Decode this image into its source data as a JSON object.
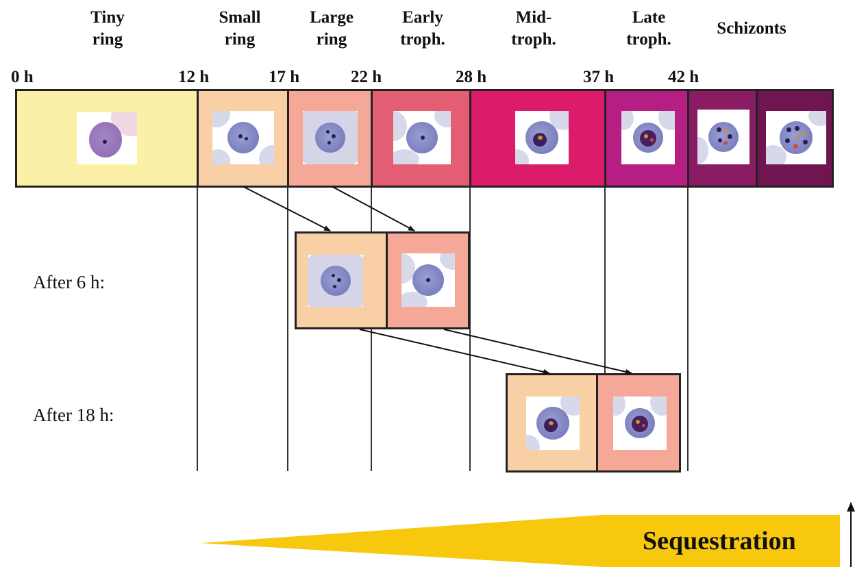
{
  "stages": [
    {
      "id": "tiny-ring",
      "label": "Tiny\nring"
    },
    {
      "id": "small-ring",
      "label": "Small\nring"
    },
    {
      "id": "large-ring",
      "label": "Large\nring"
    },
    {
      "id": "early-troph",
      "label": "Early\ntroph."
    },
    {
      "id": "mid-troph",
      "label": "Mid-\ntroph."
    },
    {
      "id": "late-troph",
      "label": "Late\ntroph."
    },
    {
      "id": "schizonts",
      "label": "Schizonts"
    }
  ],
  "hours": [
    "0 h",
    "12 h",
    "17 h",
    "22 h",
    "28 h",
    "37 h",
    "42 h"
  ],
  "row_labels": {
    "after_6h": "After 6 h:",
    "after_18h": "After 18 h:"
  },
  "sequestration_label": "Sequestration",
  "colors": {
    "tiny_ring": "#fbf1a6",
    "small_ring": "#f9d0a6",
    "large_ring": "#f5a898",
    "early_troph": "#e35e72",
    "mid_troph": "#dc1b6b",
    "late_troph": "#b51e82",
    "schizont_1": "#8a1c63",
    "schizont_2": "#6f1651",
    "sequestration": "#f7c80d"
  }
}
